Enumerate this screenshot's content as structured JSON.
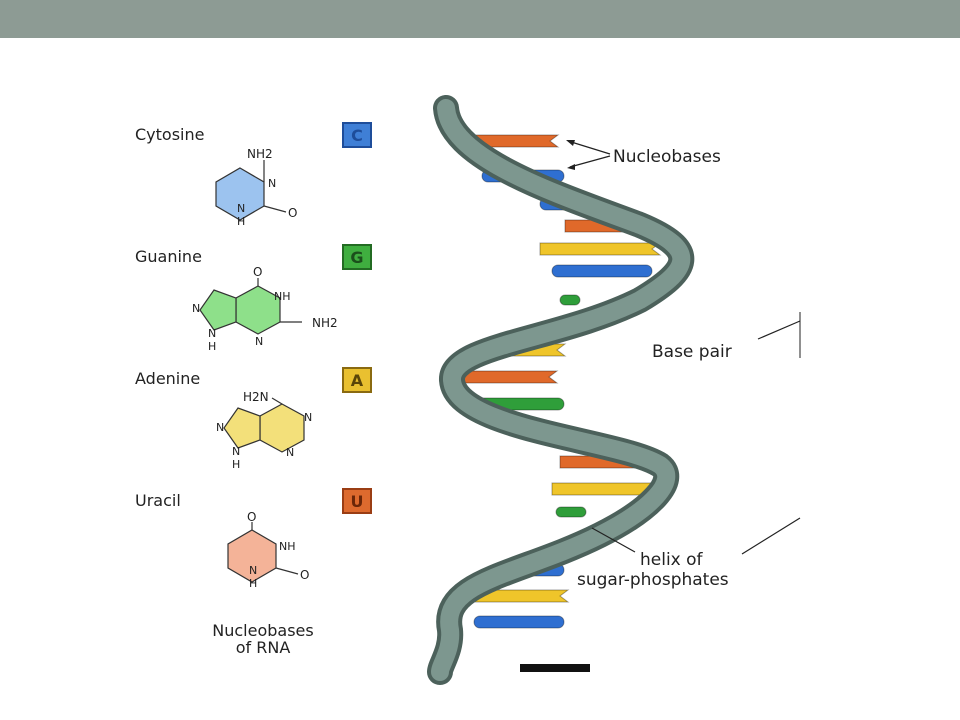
{
  "nucleobases": [
    {
      "name": "Cytosine",
      "letter": "C",
      "color": "#3f7fd6",
      "ring_color": "#9cc3ef",
      "dark": "#1e4d9a",
      "formula_labels": [
        "NH2",
        "N",
        "N",
        "H",
        "O"
      ]
    },
    {
      "name": "Guanine",
      "letter": "G",
      "color": "#3fae3f",
      "ring_color": "#8ee08a",
      "dark": "#236b23",
      "formula_labels": [
        "O",
        "NH",
        "N",
        "NH2",
        "N",
        "N",
        "H"
      ]
    },
    {
      "name": "Adenine",
      "letter": "A",
      "color": "#e9c030",
      "ring_color": "#f3e07a",
      "dark": "#8a6a10",
      "formula_labels": [
        "H2N",
        "N",
        "N",
        "N",
        "N",
        "H"
      ]
    },
    {
      "name": "Uracil",
      "letter": "U",
      "color": "#dd6a2e",
      "ring_color": "#f4b398",
      "dark": "#9a3d14",
      "formula_labels": [
        "O",
        "NH",
        "N",
        "H",
        "O"
      ]
    }
  ],
  "caption": [
    "Nucleobases",
    "of RNA"
  ],
  "labels": {
    "nucleobases": "Nucleobases",
    "base_pair": "Base pair",
    "helix": [
      "helix of",
      "sugar-phosphates"
    ]
  },
  "colors": {
    "header_bar": "#8d9b94",
    "helix": "#6e8a83",
    "helix_dark": "#4c615b",
    "rung_orange": "#e0692a",
    "rung_blue": "#2f6fd1",
    "rung_yellow": "#efc52a",
    "rung_green": "#2f9e3a"
  }
}
